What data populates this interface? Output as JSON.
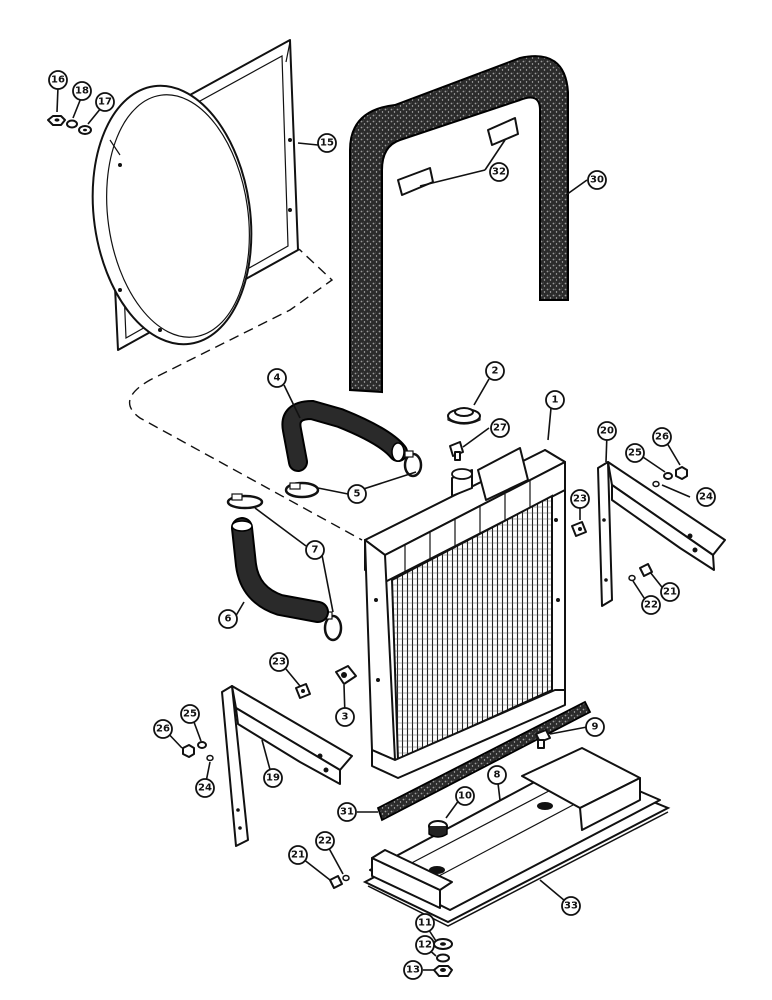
{
  "callouts": [
    {
      "id": "c1",
      "label": "1"
    },
    {
      "id": "c2",
      "label": "2"
    },
    {
      "id": "c3",
      "label": "3"
    },
    {
      "id": "c4",
      "label": "4"
    },
    {
      "id": "c5",
      "label": "5"
    },
    {
      "id": "c6",
      "label": "6"
    },
    {
      "id": "c7",
      "label": "7"
    },
    {
      "id": "c8",
      "label": "8"
    },
    {
      "id": "c9",
      "label": "9"
    },
    {
      "id": "c10",
      "label": "10"
    },
    {
      "id": "c11",
      "label": "11"
    },
    {
      "id": "c12",
      "label": "12"
    },
    {
      "id": "c13",
      "label": "13"
    },
    {
      "id": "c15",
      "label": "15"
    },
    {
      "id": "c16",
      "label": "16"
    },
    {
      "id": "c17",
      "label": "17"
    },
    {
      "id": "c18",
      "label": "18"
    },
    {
      "id": "c19",
      "label": "19"
    },
    {
      "id": "c20",
      "label": "20"
    },
    {
      "id": "c21a",
      "label": "21"
    },
    {
      "id": "c21b",
      "label": "21"
    },
    {
      "id": "c22a",
      "label": "22"
    },
    {
      "id": "c22b",
      "label": "22"
    },
    {
      "id": "c23a",
      "label": "23"
    },
    {
      "id": "c23b",
      "label": "23"
    },
    {
      "id": "c24a",
      "label": "24"
    },
    {
      "id": "c24b",
      "label": "24"
    },
    {
      "id": "c25a",
      "label": "25"
    },
    {
      "id": "c25b",
      "label": "25"
    },
    {
      "id": "c26a",
      "label": "26"
    },
    {
      "id": "c26b",
      "label": "26"
    },
    {
      "id": "c27",
      "label": "27"
    },
    {
      "id": "c30",
      "label": "30"
    },
    {
      "id": "c31",
      "label": "31"
    },
    {
      "id": "c32",
      "label": "32"
    },
    {
      "id": "c33",
      "label": "33"
    }
  ]
}
